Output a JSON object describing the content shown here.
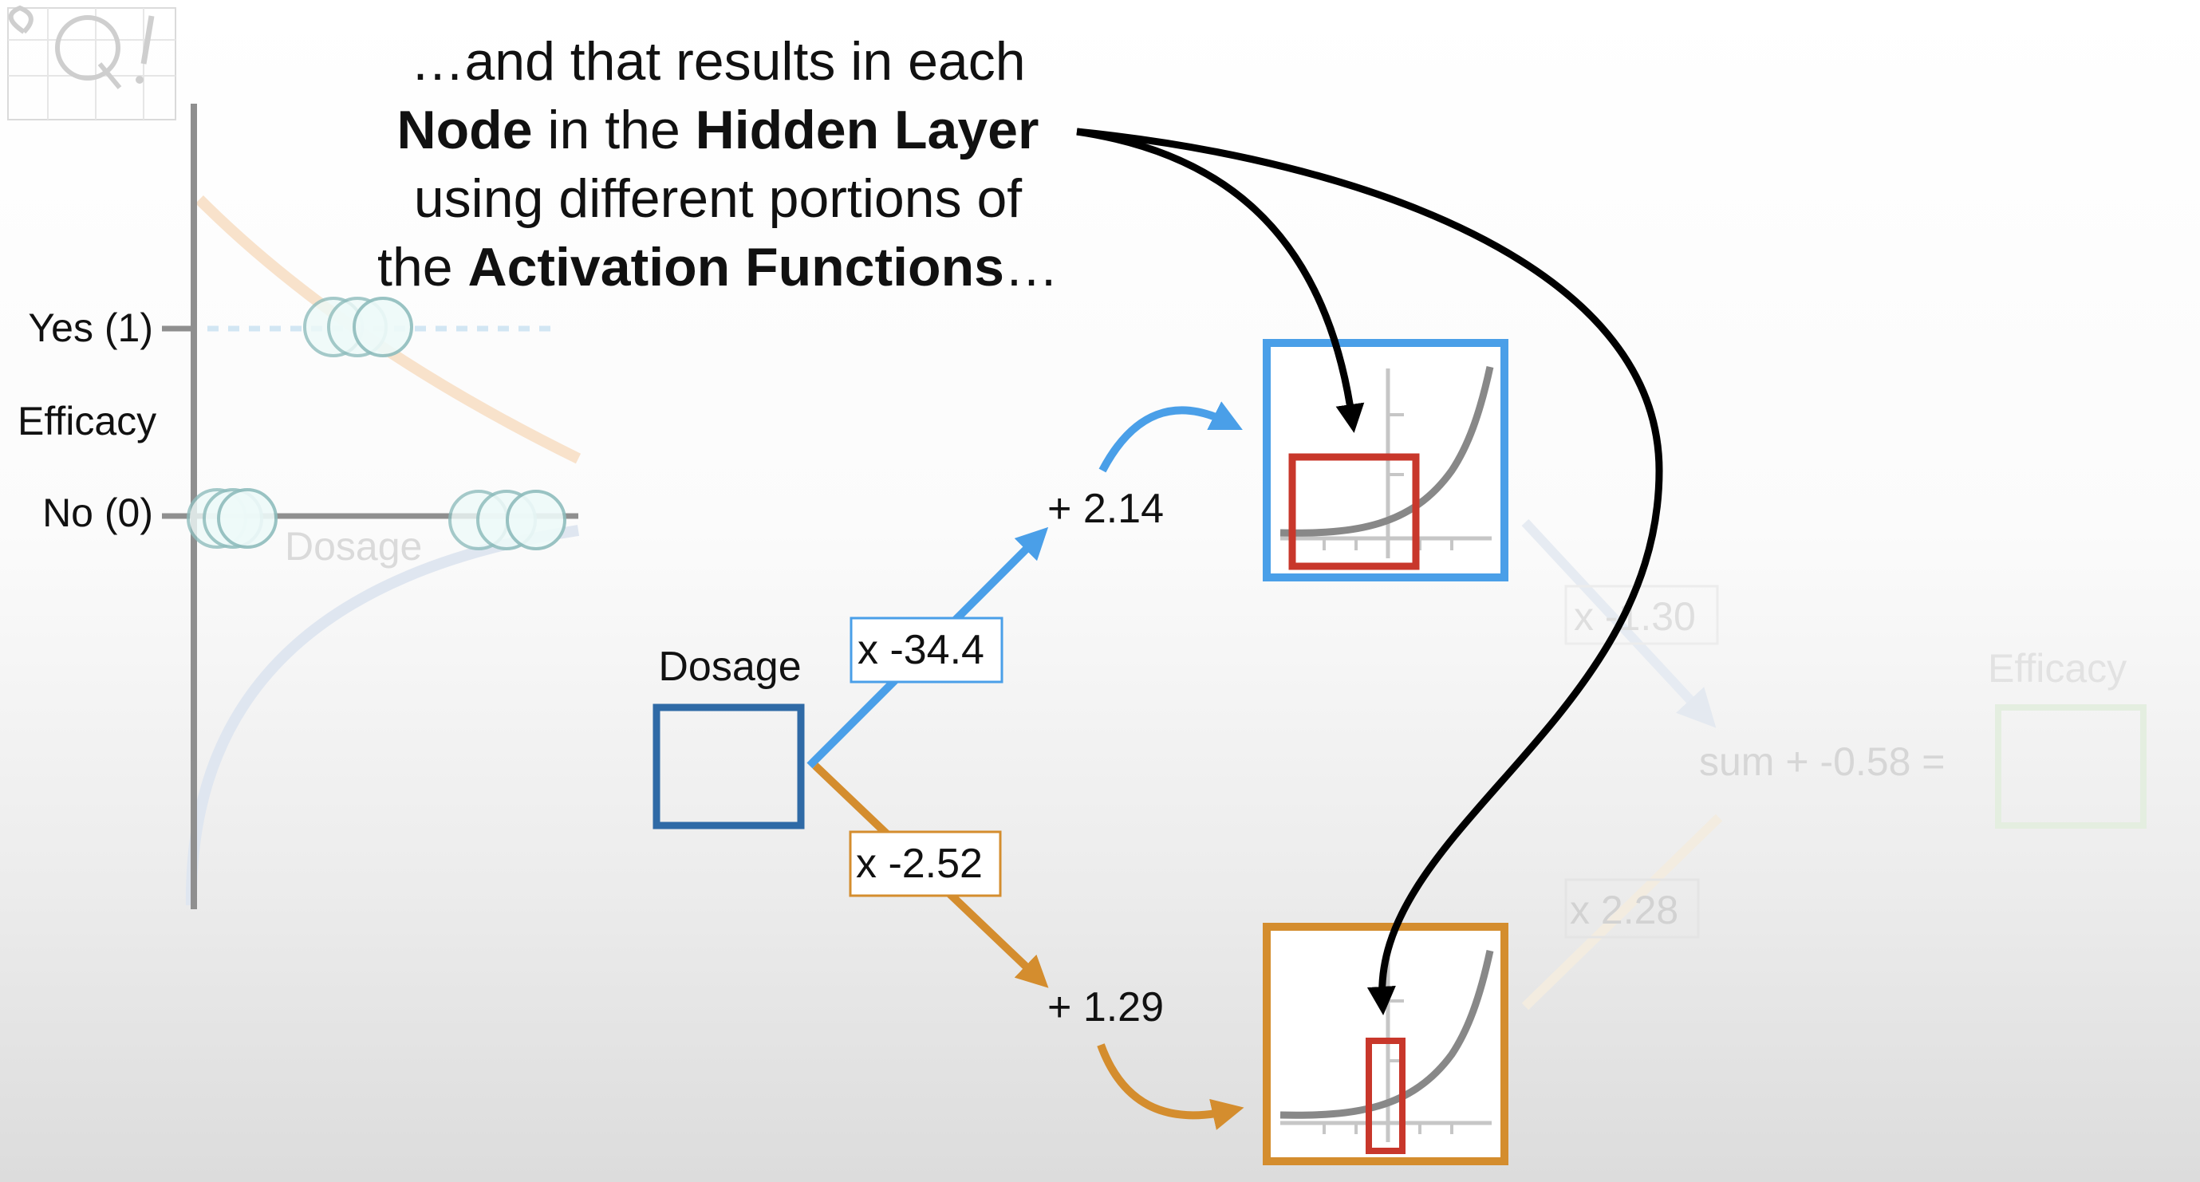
{
  "caption": {
    "line1": "…and that results in each",
    "line2_bold1": "Node",
    "line2_mid": " in the ",
    "line2_bold2": "Hidden Layer",
    "line3": "using different portions of",
    "line4_pre": "the ",
    "line4_bold": "Activation Functions",
    "line4_post": "…"
  },
  "faded_graph": {
    "yes_label": "Yes (1)",
    "efficacy_label": "Efficacy",
    "no_label": "No (0)",
    "dosage_label": "Dosage"
  },
  "network": {
    "input_label": "Dosage",
    "top_weight": "x -34.4",
    "bottom_weight": "x -2.52",
    "top_bias": "+ 2.14",
    "bottom_bias": "+ 1.29",
    "faded_top_weight": "x -1.30",
    "faded_bottom_weight": "x 2.28",
    "faded_sum": "sum + -0.58 =",
    "faded_output_label": "Efficacy"
  },
  "colors": {
    "blue": "#4a9fe8",
    "dark_blue": "#2f6aa6",
    "orange": "#d48d2e",
    "red_highlight": "#c8372b",
    "green_faded": "#cfe6c9",
    "black_arrow": "#000000"
  }
}
